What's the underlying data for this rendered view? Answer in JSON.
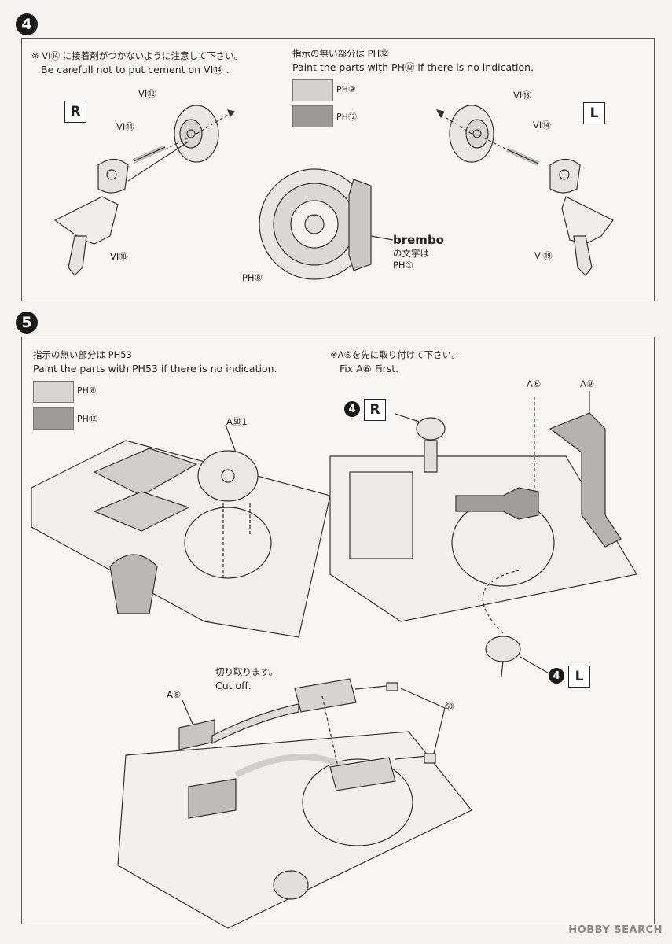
{
  "step4": {
    "number": "4",
    "note_jp": "※ VI⑭ に接着剤がつかないように注意して下さい。",
    "note_en": "Be carefull not to put cement on VI⑭ .",
    "paint_jp": "指示の無い部分は PH⑫",
    "paint_en": "Paint the parts with PH⑫ if there is no indication.",
    "swatches": [
      {
        "label": "PH⑨",
        "color": "#d3d2d0"
      },
      {
        "label": "PH⑫",
        "color": "#9b9a98"
      }
    ],
    "side_left": "R",
    "side_right": "L",
    "labels": {
      "r_vi12": "VI⑫",
      "r_vi14": "VI⑭",
      "r_vi18": "VI⑱",
      "l_vi13": "VI⑬",
      "l_vi14": "VI⑭",
      "l_vi19": "VI⑲",
      "disc_ph": "PH⑧",
      "brembo": "brembo",
      "brembo_note": "の文字は",
      "brembo_ph": "PH①"
    }
  },
  "step5": {
    "number": "5",
    "paint_jp": "指示の無い部分は PH53",
    "paint_en": "Paint the parts with PH53 if there is no indication.",
    "swatches": [
      {
        "label": "PH⑧",
        "color": "#d6d5d3"
      },
      {
        "label": "PH⑫",
        "color": "#9d9c9a"
      }
    ],
    "a51": "A㊿1",
    "fix_jp": "※A⑥を先に取り付けて下さい。",
    "fix_en": "Fix A⑥ First.",
    "a6": "A⑥",
    "a9": "A⑨",
    "ref_r_num": "4",
    "ref_r": "R",
    "ref_l_num": "4",
    "ref_l": "L",
    "cut_jp": "切り取ります。",
    "cut_en": "Cut off.",
    "a8": "A⑧",
    "part50": "㊿"
  },
  "footer": "HOBBY SEARCH"
}
